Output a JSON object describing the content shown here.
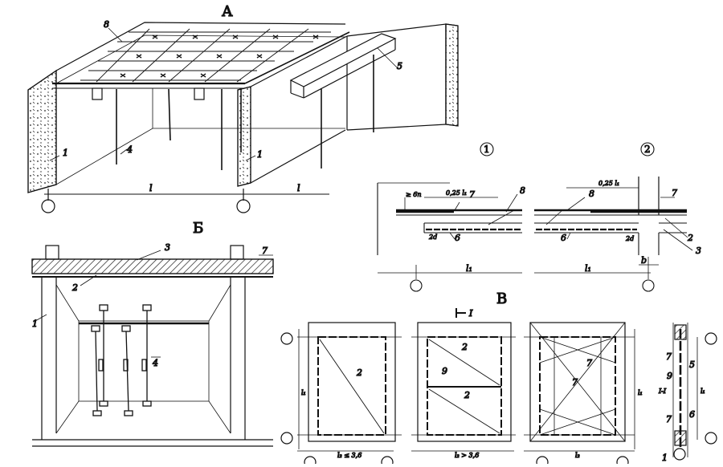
{
  "panels": {
    "a": {
      "title": "А",
      "callouts": [
        "8",
        "5",
        "1",
        "4",
        "1"
      ],
      "dims": [
        "l",
        "l"
      ]
    },
    "b": {
      "title": "Б",
      "callouts": [
        "3",
        "7",
        "2",
        "1",
        "4"
      ]
    },
    "details": {
      "detail1": {
        "marker": "1",
        "dims": [
          "0,25 l₁",
          "≥ 6п",
          "2d",
          "l₁"
        ],
        "callouts": [
          "7",
          "8",
          "6"
        ]
      },
      "detail2": {
        "marker": "2",
        "dims": [
          "0,25 l₁",
          "2d",
          "b",
          "l₁"
        ],
        "callouts": [
          "8",
          "7",
          "6",
          "2",
          "3"
        ]
      }
    },
    "v": {
      "title": "В",
      "section_mark": "I",
      "section_label": "I-I",
      "plan1": {
        "callouts": [
          "2"
        ],
        "dims": [
          "l₁",
          "l₂ ≤ 3,6"
        ]
      },
      "plan2": {
        "callouts": [
          "2",
          "9",
          "2"
        ],
        "dims": [
          "l₂ > 3,6"
        ]
      },
      "plan3": {
        "callouts": [
          "7",
          "7"
        ],
        "dims": [
          "l₁",
          "l₂"
        ]
      },
      "section": {
        "callouts": [
          "7",
          "9",
          "7",
          "5",
          "6",
          "1"
        ],
        "dims": [
          "l₁"
        ]
      }
    }
  }
}
